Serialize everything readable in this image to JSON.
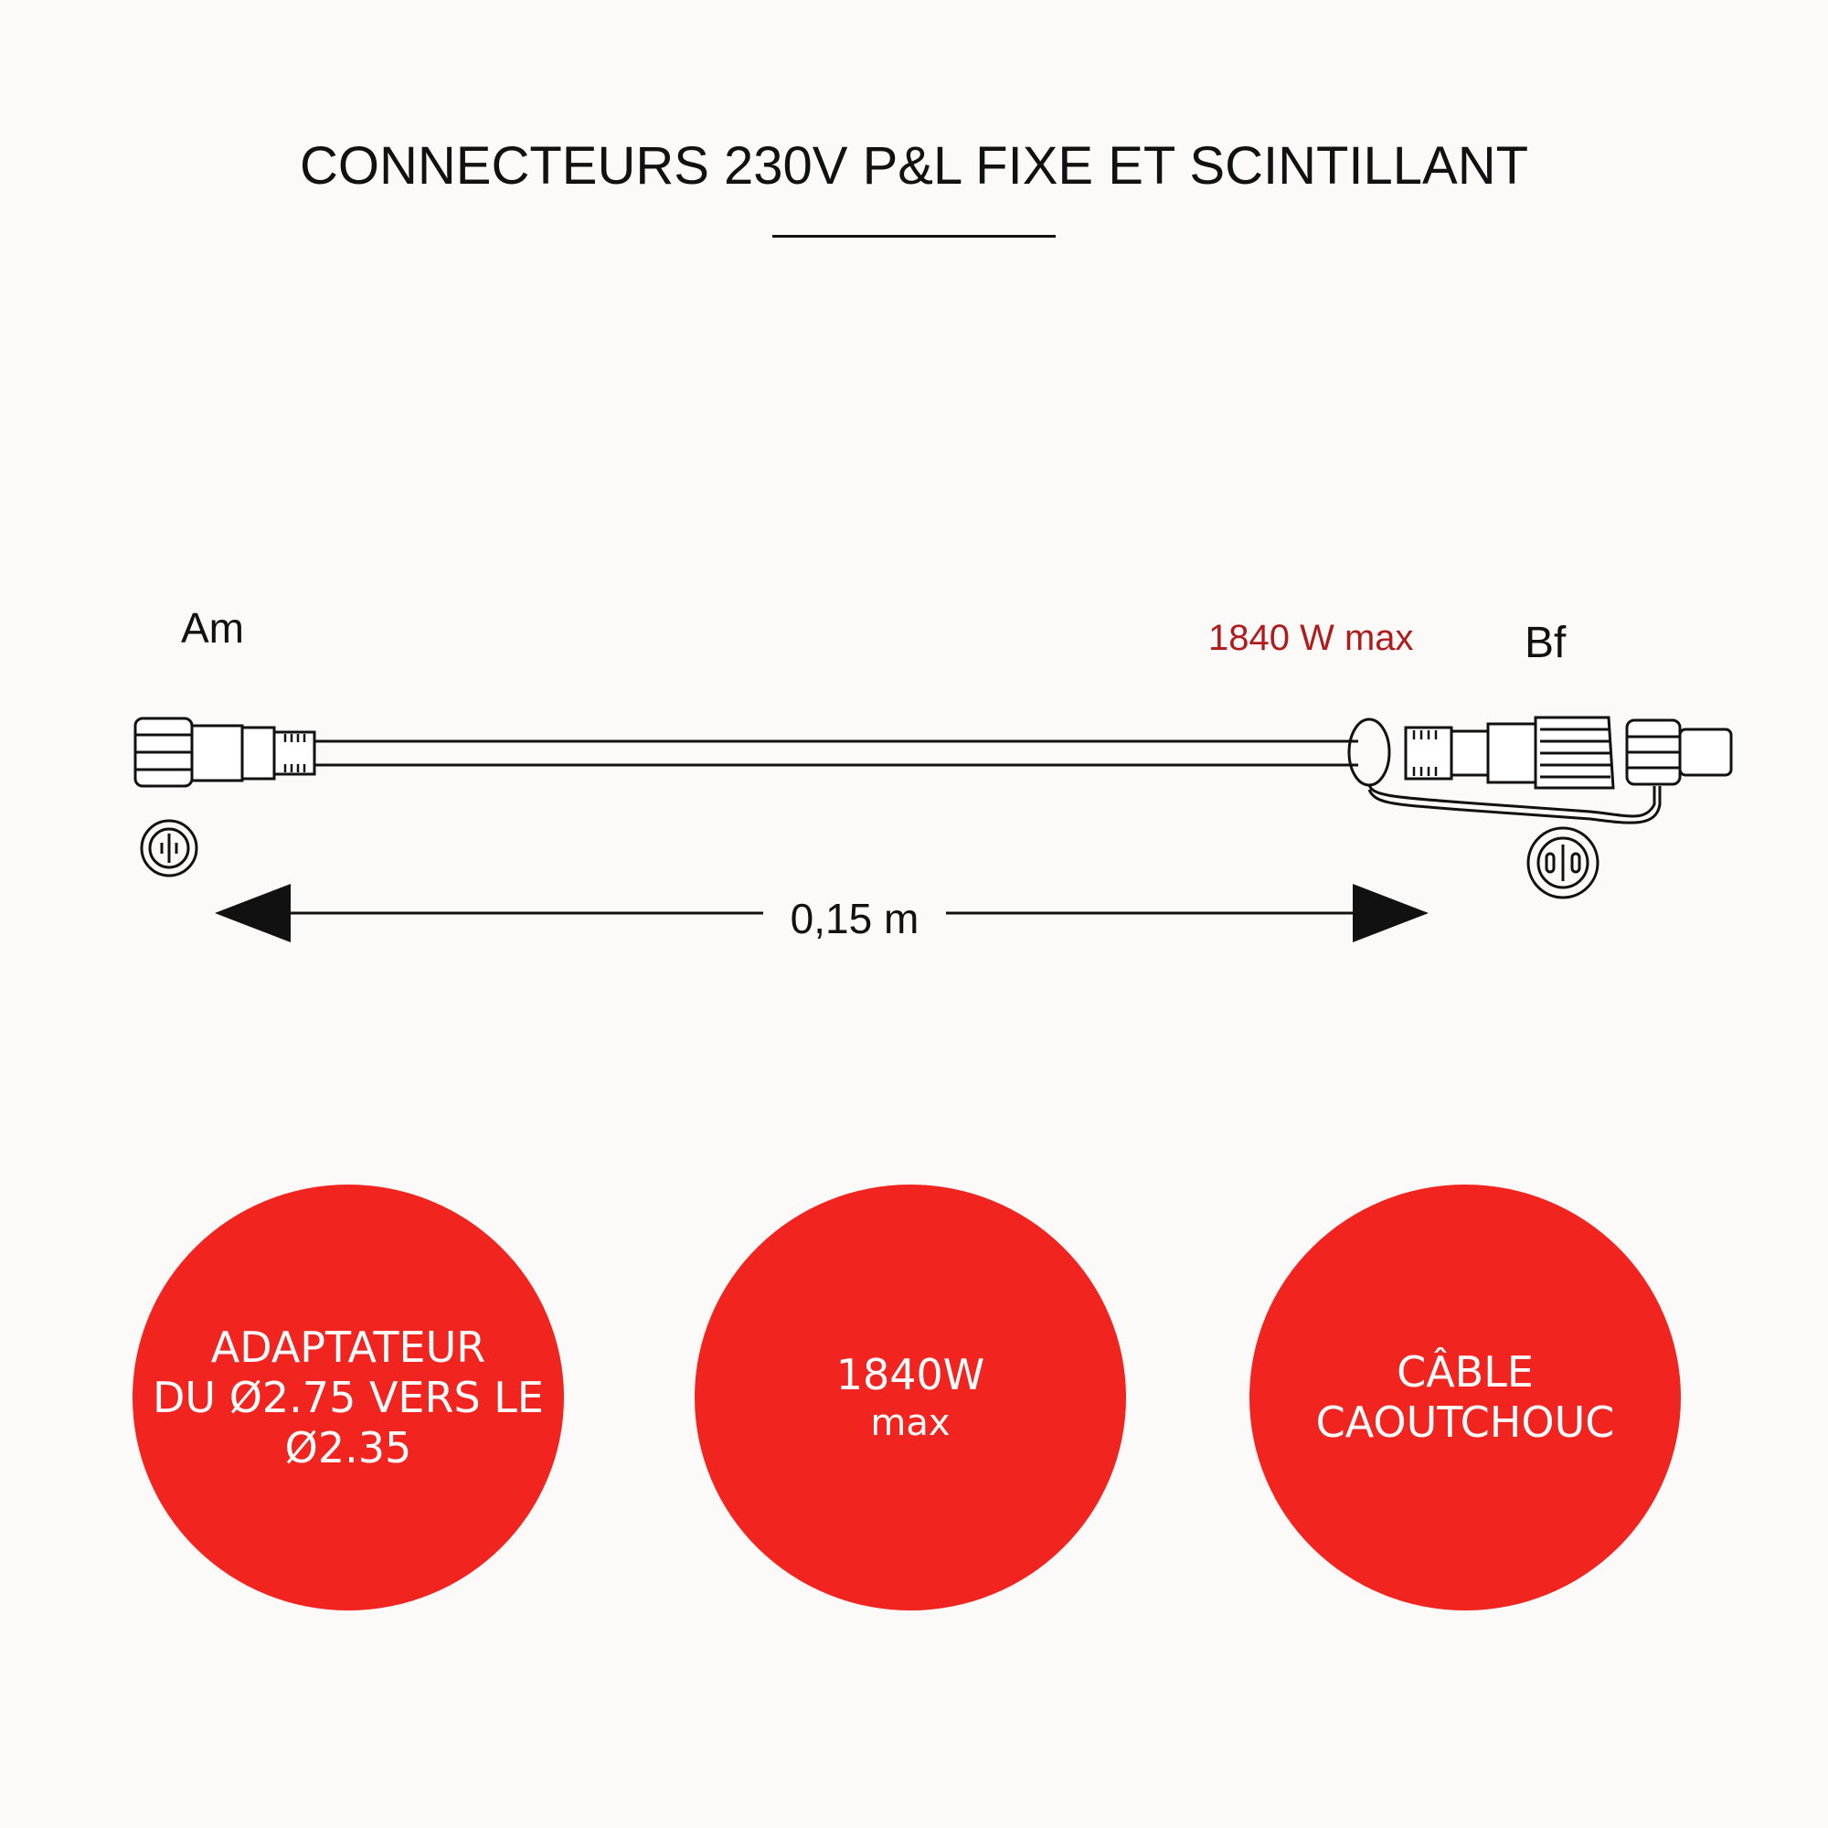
{
  "title": "CONNECTEURS 230V P&L FIXE ET SCINTILLANT",
  "colors": {
    "accent": "#f12420",
    "power_label": "#b01c1c",
    "ink": "#111111",
    "background": "#fbfaf9"
  },
  "diagram": {
    "left_connector_label": "Am",
    "right_connector_label": "Bf",
    "power_rating": "1840 W max",
    "length": "0,15 m"
  },
  "badges": [
    {
      "lines": [
        "ADAPTATEUR",
        "DU Ø2.75 VERS LE",
        "Ø2.35"
      ]
    },
    {
      "main": "1840W",
      "sub": "max"
    },
    {
      "lines": [
        "CÂBLE",
        "CAOUTCHOUC"
      ]
    }
  ]
}
